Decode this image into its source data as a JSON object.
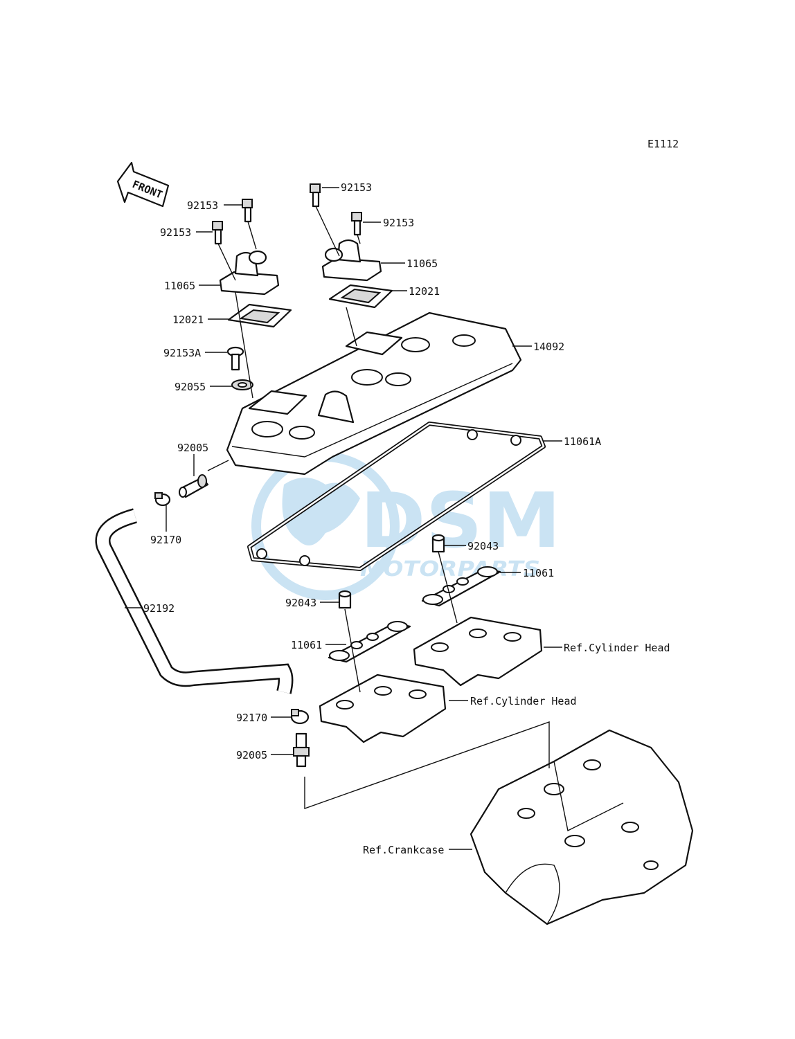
{
  "diagram_code": "E1112",
  "front_label": "FRONT",
  "watermark": {
    "brand": "DSM",
    "sub": "MOTORPARTS",
    "color": "#6ab0de"
  },
  "labels": {
    "p92153_top_center": "92153",
    "p92153_left_top": "92153",
    "p92153_left": "92153",
    "p92153_right": "92153",
    "p11065_left": "11065",
    "p11065_right": "11065",
    "p12021_left": "12021",
    "p12021_right": "12021",
    "p92153A": "92153A",
    "p14092": "14092",
    "p92055": "92055",
    "p11061A": "11061A",
    "p92005_top": "92005",
    "p92170_top": "92170",
    "p92043_right": "92043",
    "p11061_right": "11061",
    "p92192": "92192",
    "p92043_left": "92043",
    "p11061_left": "11061",
    "ref_cyl_head_right": "Ref.Cylinder Head",
    "ref_cyl_head_left": "Ref.Cylinder Head",
    "p92170_bottom": "92170",
    "p92005_bottom": "92005",
    "ref_crankcase": "Ref.Crankcase"
  }
}
